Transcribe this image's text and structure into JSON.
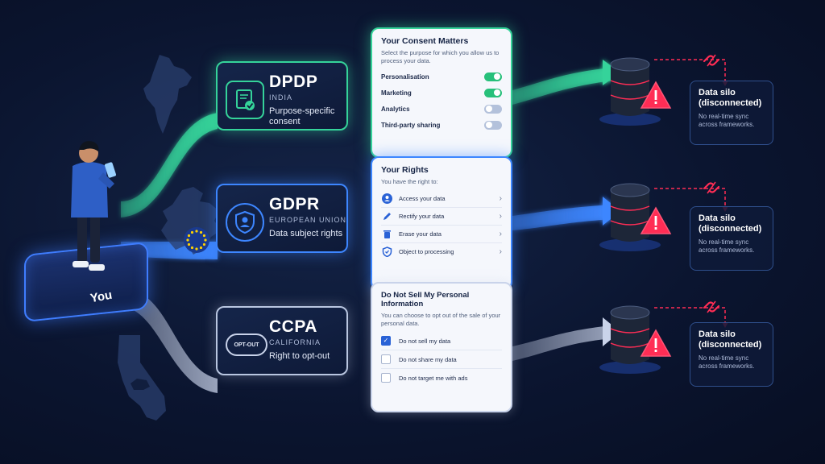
{
  "platform": {
    "label": "You"
  },
  "frameworks": [
    {
      "name": "DPDP",
      "region": "INDIA",
      "description": "Purpose-specific consent"
    },
    {
      "name": "GDPR",
      "region": "EUROPEAN UNION",
      "description": "Data subject rights"
    },
    {
      "name": "CCPA",
      "region": "CALIFORNIA",
      "description": "Right to opt-out",
      "toggle_label": "OPT-OUT"
    }
  ],
  "consent_panel": {
    "title": "Your Consent Matters",
    "subtitle": "Select the purpose for which you allow us to process your data.",
    "items": [
      {
        "label": "Personalisation",
        "enabled": true
      },
      {
        "label": "Marketing",
        "enabled": true
      },
      {
        "label": "Analytics",
        "enabled": false
      },
      {
        "label": "Third-party sharing",
        "enabled": false
      }
    ]
  },
  "rights_panel": {
    "title": "Your Rights",
    "subtitle": "You have the right to:",
    "items": [
      {
        "label": "Access your data",
        "icon": "user-icon"
      },
      {
        "label": "Rectify your data",
        "icon": "pencil-icon"
      },
      {
        "label": "Erase your data",
        "icon": "trash-icon"
      },
      {
        "label": "Object to processing",
        "icon": "shield-icon"
      }
    ]
  },
  "optout_panel": {
    "title": "Do Not Sell My Personal Information",
    "subtitle": "You can choose to opt out of the sale of your personal data.",
    "items": [
      {
        "label": "Do not sell my data",
        "checked": true
      },
      {
        "label": "Do not share my data",
        "checked": false
      },
      {
        "label": "Do not target me with ads",
        "checked": false
      }
    ]
  },
  "silos": [
    {
      "title": "Data silo (disconnected)",
      "note": "No real-time sync across frameworks."
    },
    {
      "title": "Data silo (disconnected)",
      "note": "No real-time sync across frameworks."
    },
    {
      "title": "Data silo (disconnected)",
      "note": "No real-time sync across frameworks."
    }
  ],
  "colors": {
    "dpdp": "#35d39a",
    "gdpr": "#3d86ff",
    "ccpa": "#c9d3ea",
    "warning": "#ff2d55",
    "background": "#0b1530"
  }
}
